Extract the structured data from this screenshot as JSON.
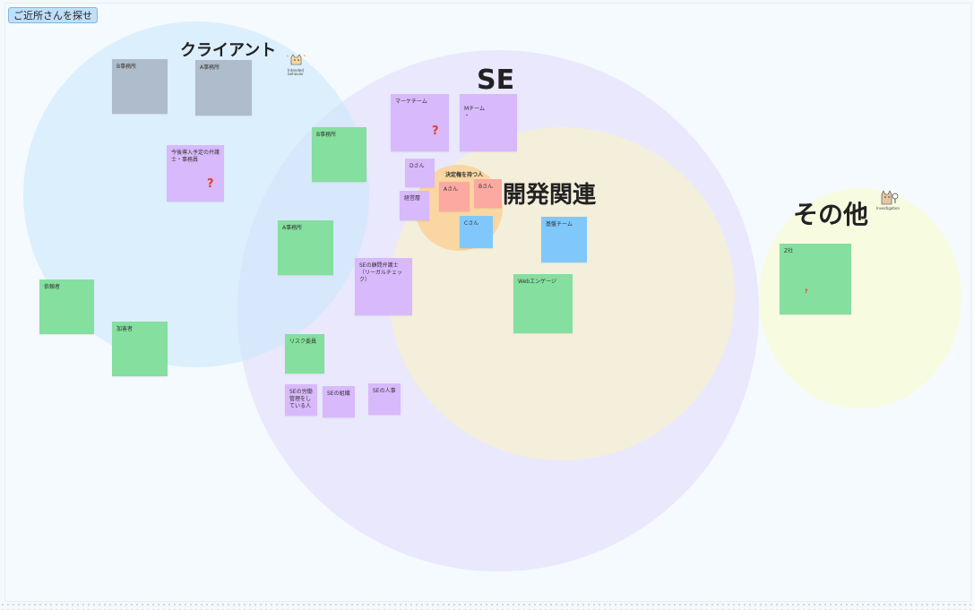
{
  "toolbar": {
    "search_button": "ご近所さんを探せ"
  },
  "groups": {
    "client": "クライアント",
    "se": "SE",
    "dev": "開発関連",
    "other": "その他",
    "decision": "決定権を持つ人"
  },
  "stickers": {
    "intended": "Intended behavior",
    "investigation": "Investigation"
  },
  "notes": {
    "b_office_gray": "B事務所",
    "a_office_gray": "A事務所",
    "future_lawyer": "今後導入予定の弁護士・事務員",
    "requester": "依頼者",
    "victim": "加害者",
    "b_office_green": "B事務所",
    "a_office_green": "A事務所",
    "marketing": "マーケチーム",
    "m_team": "Mチーム\n・",
    "d_san": "Dさん",
    "management": "経営層",
    "a_san": "Aさん",
    "b_san": "Bさん",
    "c_san": "Cさん",
    "infra": "基盤チーム",
    "legal_check": "SEの顧問弁護士（リーガルチェック）",
    "web_engage": "Webエンゲージ",
    "risk": "リスク委員",
    "labor": "SEの労働管理をしている人",
    "org": "SEの組織",
    "hr": "SEの人事",
    "z_company": "Z社"
  },
  "marks": {
    "question": "?"
  },
  "colors": {
    "client_circle": "#d3ebfc",
    "se_circle": "#e6e4fc",
    "dev_circle": "#f4efdc",
    "decision_circle": "#fad8a7",
    "other_circle": "#f7fbe0",
    "gray_note": "#afbccc",
    "green_note": "#85df9f",
    "purple_note": "#d8b9fb",
    "red_note": "#fca9a1",
    "blue_note": "#80c8fb"
  }
}
